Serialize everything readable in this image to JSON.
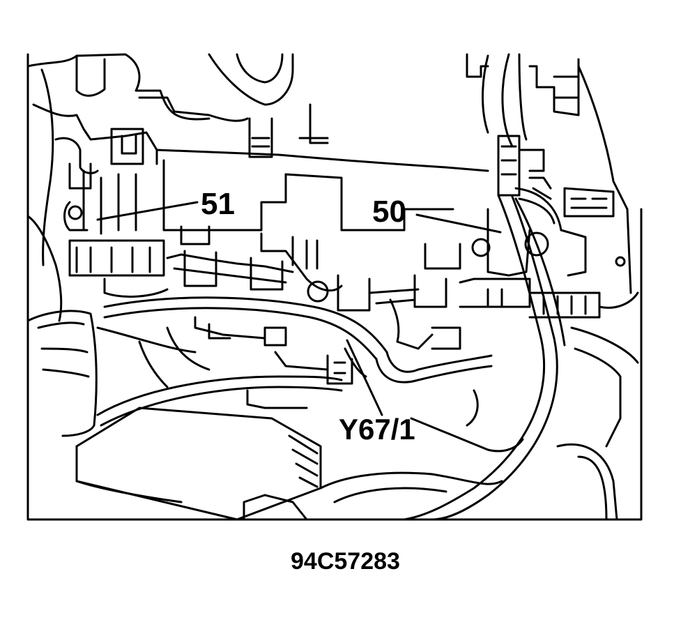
{
  "callouts": {
    "c51": "51",
    "c50": "50",
    "cy67": "Y67/1"
  },
  "figure_id": "94C57283",
  "colors": {
    "ink": "#000000",
    "paper": "#ffffff"
  }
}
